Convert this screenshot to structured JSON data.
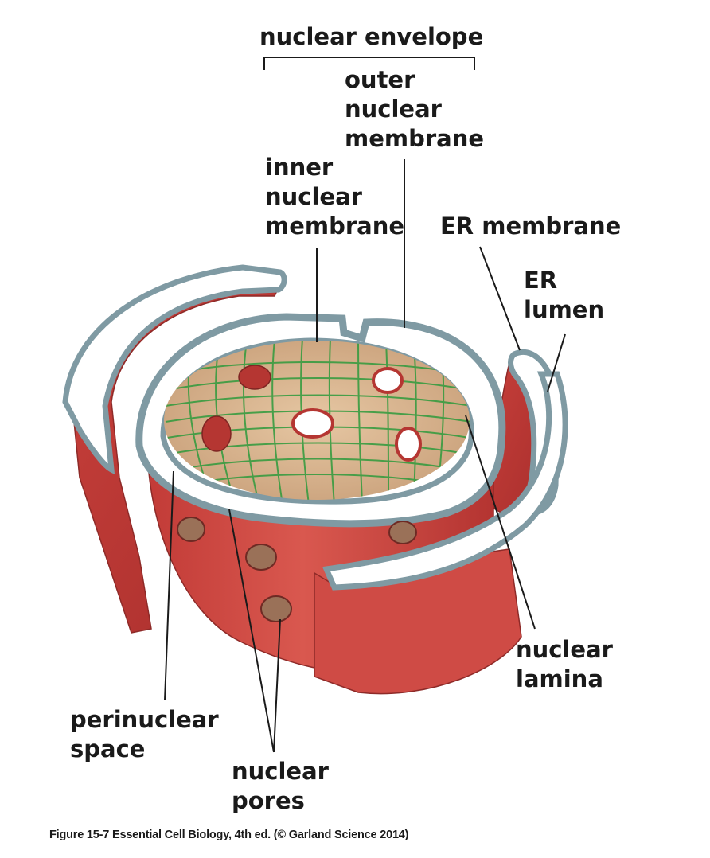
{
  "labels": {
    "nuclear_envelope": "nuclear envelope",
    "outer_nuclear_membrane": [
      "outer",
      "nuclear",
      "membrane"
    ],
    "inner_nuclear_membrane": [
      "inner",
      "nuclear",
      "membrane"
    ],
    "er_membrane": "ER membrane",
    "er_lumen": [
      "ER",
      "lumen"
    ],
    "nuclear_lamina": [
      "nuclear",
      "lamina"
    ],
    "perinuclear_space": [
      "perinuclear",
      "space"
    ],
    "nuclear_pores": [
      "nuclear",
      "pores"
    ]
  },
  "caption": "Figure 15-7  Essential Cell Biology, 4th ed. (© Garland Science 2014)",
  "colors": {
    "membrane_red": "#c9443f",
    "membrane_dark": "#a82e2c",
    "membrane_edge": "#7f9aa3",
    "lumen_white": "#ffffff",
    "lamina_green": "#2e9a3c",
    "nucleoplasm_tan": "#d9b48f",
    "text": "#1a1a1a"
  }
}
